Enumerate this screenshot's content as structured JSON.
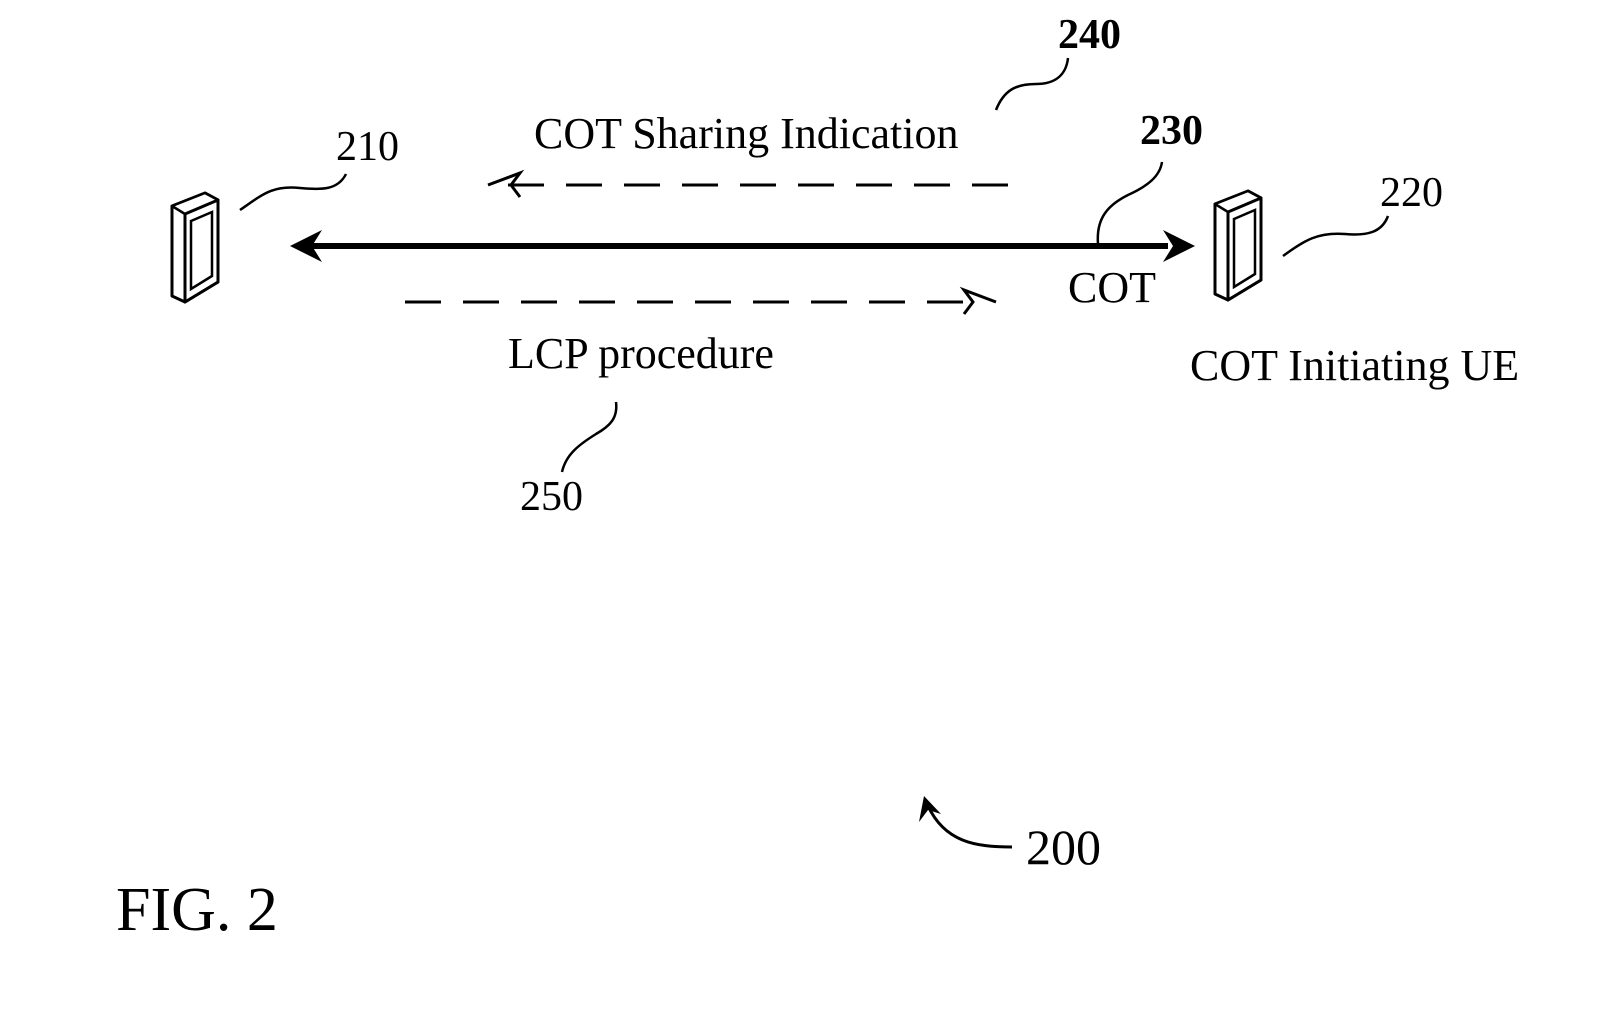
{
  "figure": {
    "title": "FIG. 2",
    "reference": "200"
  },
  "devices": [
    {
      "id": "ue_210",
      "reference": "210",
      "label": ""
    },
    {
      "id": "ue_220",
      "reference": "220",
      "label": "COT Initiating UE"
    }
  ],
  "signals": [
    {
      "id": "cot",
      "reference": "230",
      "label": "COT",
      "style": "solid",
      "direction": "bidirectional"
    },
    {
      "id": "cot_sharing",
      "reference": "240",
      "label": "COT Sharing Indication",
      "style": "dashed",
      "direction": "to-210"
    },
    {
      "id": "lcp",
      "reference": "250",
      "label": "LCP procedure",
      "style": "dashed",
      "direction": "to-220"
    }
  ],
  "icons": {
    "device": "mobile-phone-icon"
  }
}
